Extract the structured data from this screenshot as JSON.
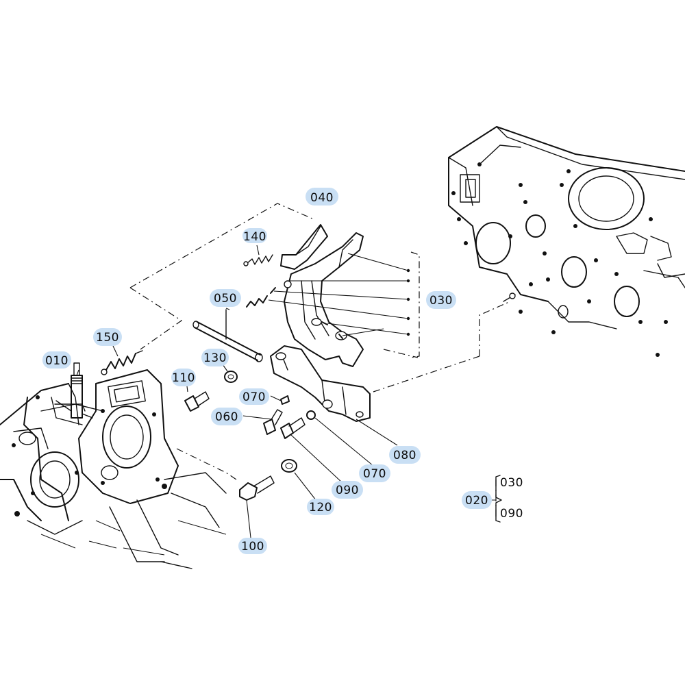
{
  "callouts": {
    "c010": "010",
    "c020": "020",
    "c030": "030",
    "c040": "040",
    "c050": "050",
    "c060": "060",
    "c070a": "070",
    "c070b": "070",
    "c080": "080",
    "c090": "090",
    "c100": "100",
    "c110": "110",
    "c120": "120",
    "c130": "130",
    "c140": "140",
    "c150": "150"
  },
  "assembly_bracket": {
    "top": "030",
    "bottom": "090"
  },
  "colors": {
    "callout_highlight": "#c9dff4",
    "line_art": "#111111",
    "background": "#ffffff"
  }
}
